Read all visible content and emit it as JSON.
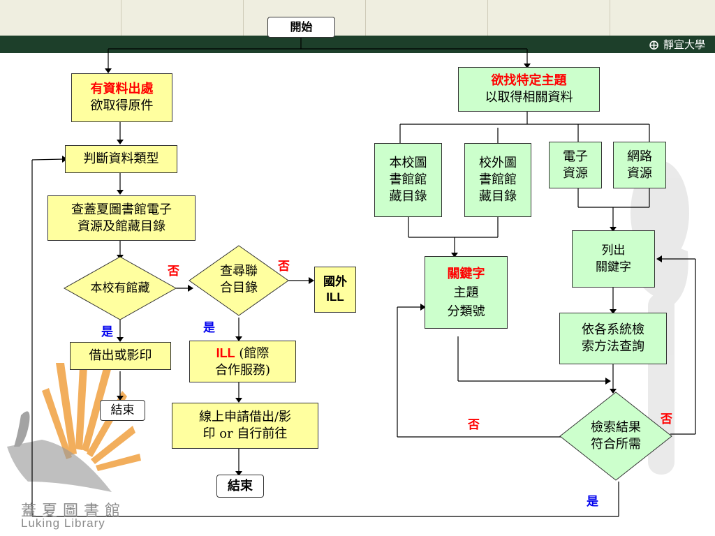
{
  "header": {
    "university_name": "靜宜大學",
    "logo_mark": "⊕"
  },
  "library": {
    "name_zh": "蓋夏圖書館",
    "name_en": "Luking  Library"
  },
  "nodes": {
    "start": "開始",
    "have_source_title": "有資料出處",
    "have_source_sub": "欲取得原件",
    "judge_type": "判斷資料類型",
    "search_catalog_line1": "查蓋夏圖書館電子",
    "search_catalog_line2": "資源及館藏目錄",
    "have_holding_line1": "本校有館藏",
    "union_catalog_line1": "查尋聯",
    "union_catalog_line2": "合目錄",
    "foreign_line1": "國外",
    "foreign_line2": "ILL",
    "borrow_copy": "借出或影印",
    "end_left": "結束",
    "ill_prefix": "ILL",
    "ill_line1_rest": " (館際",
    "ill_line2": "合作服務)",
    "online_line1": "線上申請借出/影",
    "online_line2": "印 or 自行前往",
    "end_mid": "結束",
    "topic_title": "欲找特定主題",
    "topic_sub": "以取得相關資料",
    "local_cat_1": "本校圖",
    "local_cat_2": "書館館",
    "local_cat_3": "藏目錄",
    "ext_cat_1": "校外圖",
    "ext_cat_2": "書館館",
    "ext_cat_3": "藏目錄",
    "e_res_1": "電子",
    "e_res_2": "資源",
    "web_res_1": "網路",
    "web_res_2": "資源",
    "keyword_title": "關鍵字",
    "keyword_2": "主題",
    "keyword_3": "分類號",
    "list_kw_1": "列出",
    "list_kw_2": "關鍵字",
    "query_1": "依各系統檢",
    "query_2": "索方法查詢",
    "result_1": "檢索結果",
    "result_2": "符合所需"
  },
  "labels": {
    "no_holding": "否",
    "no_union": "否",
    "yes_holding": "是",
    "yes_union": "是",
    "no_result_left": "否",
    "no_result_right": "否",
    "yes_result": "是"
  },
  "colors": {
    "yellow_box": "#ffff9f",
    "green_box": "#ccffcc",
    "dark_bar": "#1d3f2a",
    "red": "#ff0000",
    "blue": "#0000ee"
  }
}
